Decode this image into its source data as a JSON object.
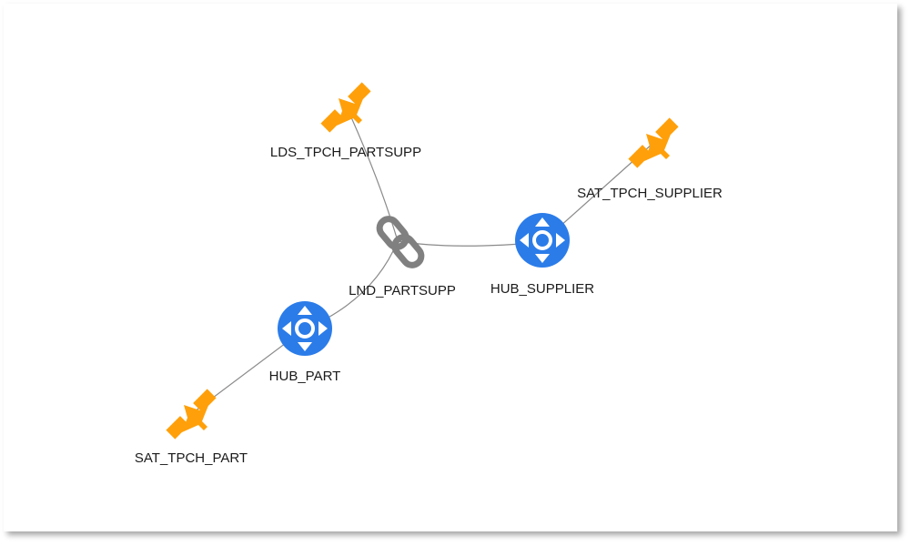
{
  "diagram": {
    "type": "data-vault-model",
    "colors": {
      "satellite": "#FFA00A",
      "hub": "#2B7CE9",
      "link": "#808080",
      "edge": "#8a8a8a"
    },
    "nodes": [
      {
        "id": "lds_tpch_partsupp",
        "label": "LDS_TPCH_PARTSUPP",
        "kind": "satellite",
        "icon": "satellite-icon"
      },
      {
        "id": "sat_tpch_supplier",
        "label": "SAT_TPCH_SUPPLIER",
        "kind": "satellite",
        "icon": "satellite-icon"
      },
      {
        "id": "lnd_partsupp",
        "label": "LND_PARTSUPP",
        "kind": "link",
        "icon": "chain-link-icon"
      },
      {
        "id": "hub_supplier",
        "label": "HUB_SUPPLIER",
        "kind": "hub",
        "icon": "hub-arrows-icon"
      },
      {
        "id": "hub_part",
        "label": "HUB_PART",
        "kind": "hub",
        "icon": "hub-arrows-icon"
      },
      {
        "id": "sat_tpch_part",
        "label": "SAT_TPCH_PART",
        "kind": "satellite",
        "icon": "satellite-icon"
      }
    ],
    "edges": [
      {
        "from": "lds_tpch_partsupp",
        "to": "lnd_partsupp"
      },
      {
        "from": "lnd_partsupp",
        "to": "hub_supplier"
      },
      {
        "from": "lnd_partsupp",
        "to": "hub_part"
      },
      {
        "from": "hub_supplier",
        "to": "sat_tpch_supplier"
      },
      {
        "from": "hub_part",
        "to": "sat_tpch_part"
      }
    ]
  }
}
